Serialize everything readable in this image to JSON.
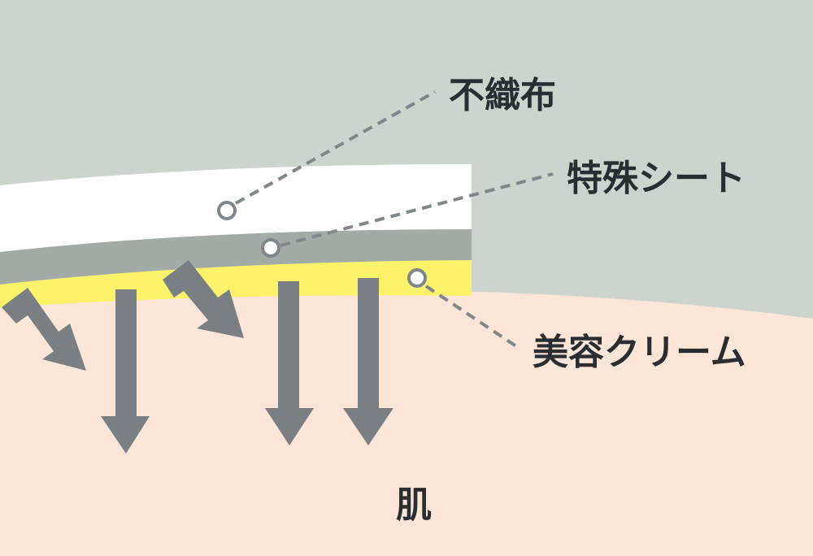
{
  "labels": {
    "nonwoven": "不織布",
    "special_sheet": "特殊シート",
    "cream": "美容クリーム",
    "skin": "肌"
  },
  "colors": {
    "background": "#cdd4cd",
    "skin": "#fde5d8",
    "nonwoven_layer": "#ffffff",
    "sheet_layer": "#a2aba6",
    "cream_layer": "#fcf36a",
    "arrow": "#7a7f84",
    "leader_line": "#80878a",
    "text": "#2a2d31"
  },
  "icons": {
    "straight_arrow": "arrow-down-icon",
    "bent_arrow": "arrow-bent-down-right-icon"
  }
}
